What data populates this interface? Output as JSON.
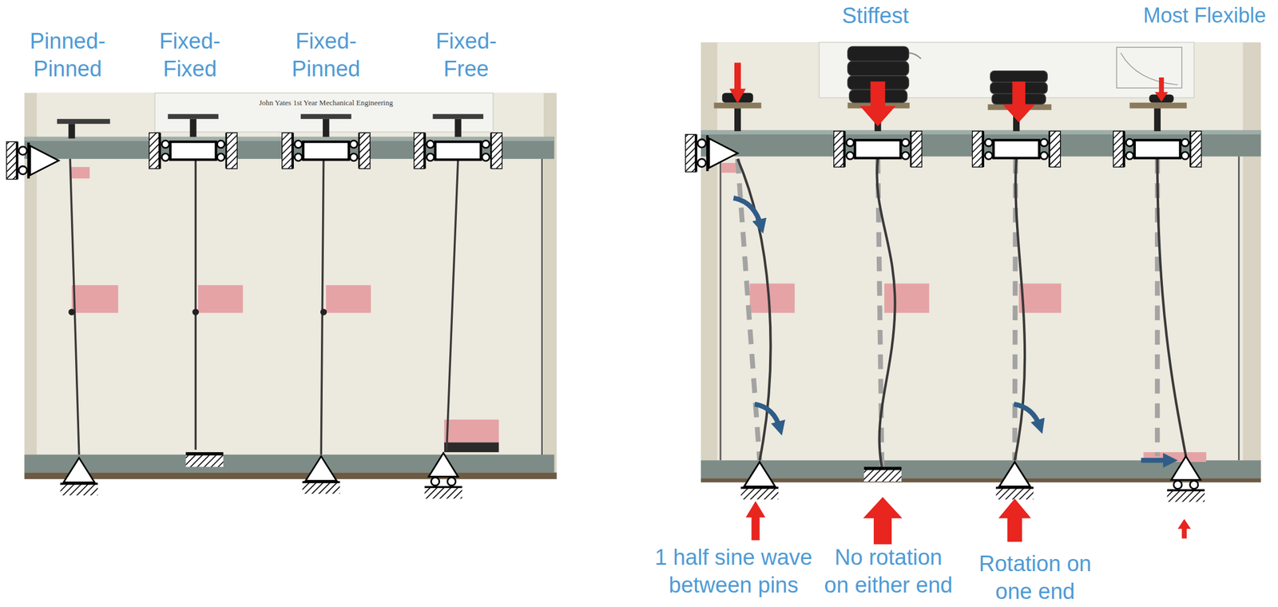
{
  "diagram": {
    "labels": [
      "Pinned- Pinned",
      "Fixed- Fixed",
      "Fixed- Pinned",
      "Fixed- Free",
      "Stiffest",
      "Most Flexible",
      "1 half sine wave between pins",
      "No rotation on either end",
      "Rotation on one end",
      "John Yates 1st Year Mechanical Engineering"
    ]
  }
}
